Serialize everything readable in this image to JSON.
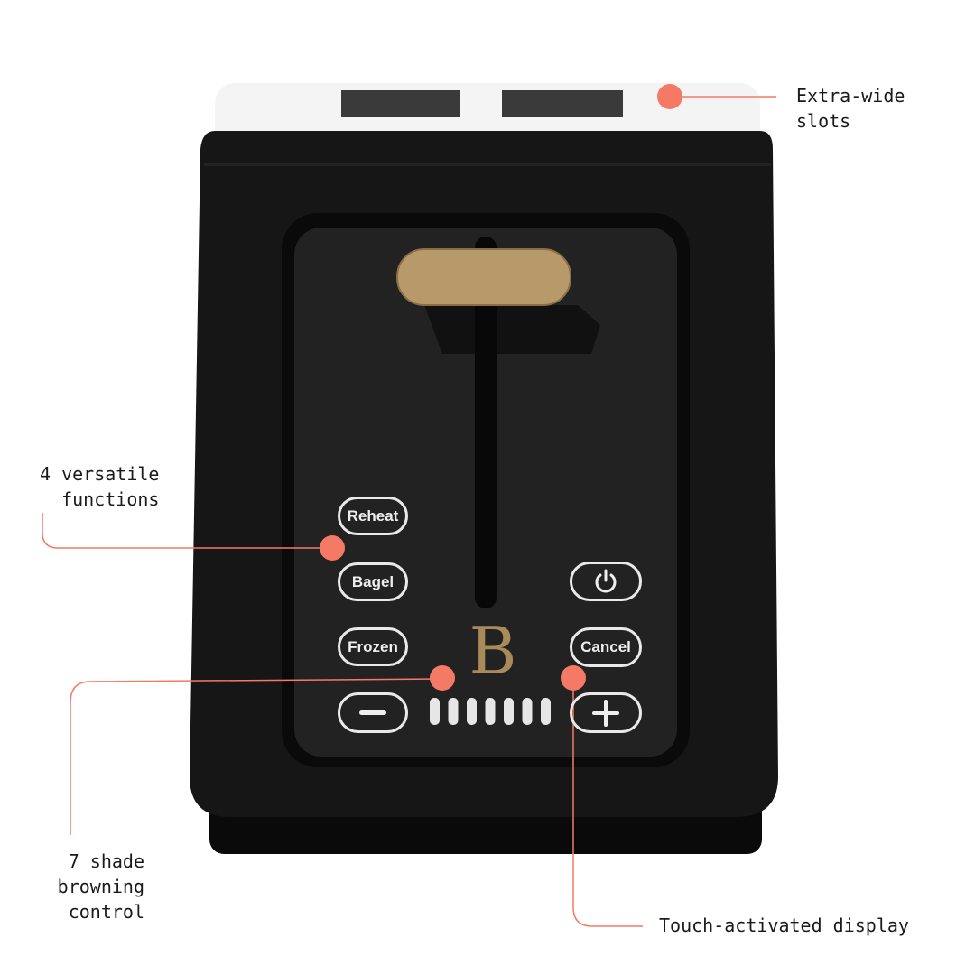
{
  "callouts": {
    "slots": {
      "line1": "Extra-wide",
      "line2": "slots"
    },
    "functions": {
      "line1": "4 versatile",
      "line2": "functions"
    },
    "browning": {
      "line1": "7 shade",
      "line2": "browning",
      "line3": "control"
    },
    "display": {
      "line1": "Touch-activated display"
    }
  },
  "panel": {
    "buttons": {
      "reheat": "Reheat",
      "bagel": "Bagel",
      "frozen": "Frozen",
      "cancel": "Cancel",
      "power": "power-icon",
      "minus": "minus-icon",
      "plus": "plus-icon"
    },
    "logo": "B",
    "shade_levels": 7
  },
  "colors": {
    "accent": "#f47a66",
    "body": "#141414",
    "gold": "#b89a6a"
  }
}
